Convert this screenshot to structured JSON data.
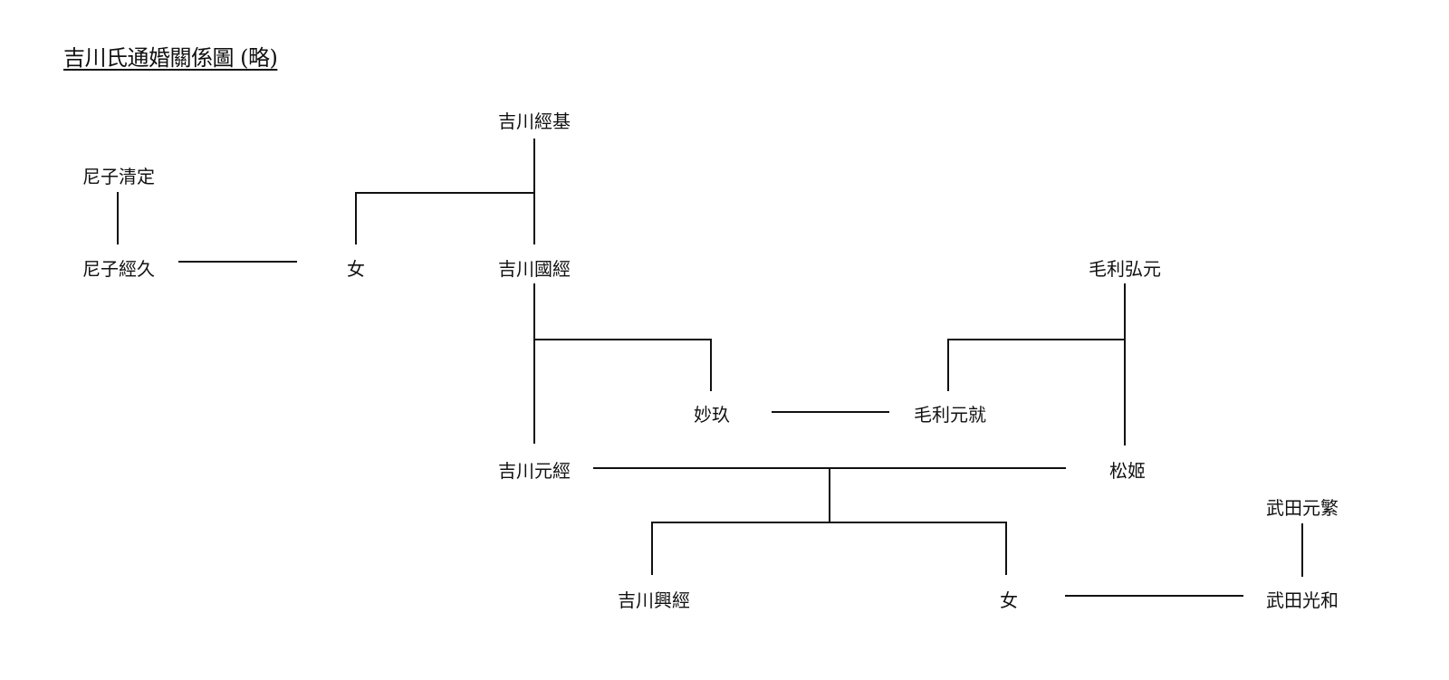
{
  "title": "吉川氏通婚關係圖 (略)",
  "people": {
    "ama_kiyosada": "尼子清定",
    "ama_tsunehisa": "尼子經久",
    "onna_1": "女",
    "kikkawa_tsunemoto": "吉川經基",
    "kikkawa_kunitsune": "吉川國經",
    "myokyu": "妙玖",
    "mori_motonari": "毛利元就",
    "mori_hiromoto": "毛利弘元",
    "kikkawa_mototsune": "吉川元經",
    "matsuhime": "松姬",
    "takeda_motoshige": "武田元繁",
    "kikkawa_okitsune": "吉川興經",
    "onna_2": "女",
    "takeda_mitsukazu": "武田光和"
  },
  "colors": {
    "line": "#111111",
    "text": "#111111",
    "background": "#ffffff"
  }
}
